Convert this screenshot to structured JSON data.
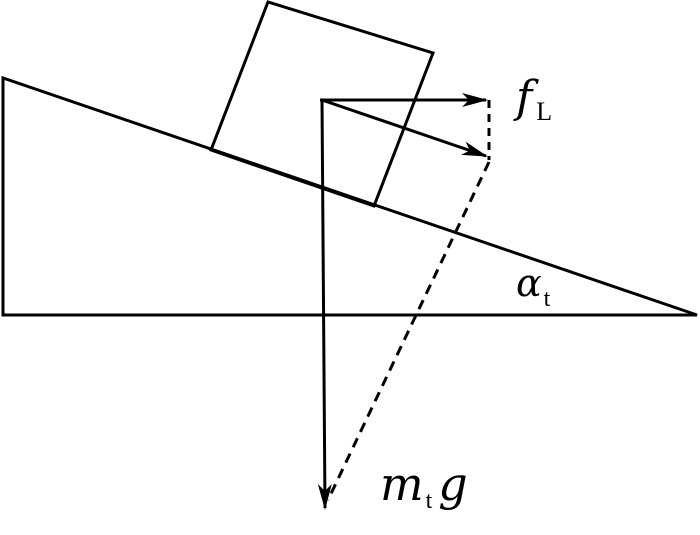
{
  "labels": {
    "friction_force": {
      "symbol": "f",
      "subscript": "L"
    },
    "gravity_force": {
      "symbol": "m",
      "subscript": "t",
      "suffix": "g"
    },
    "incline_angle": {
      "symbol": "α",
      "subscript": "t"
    }
  },
  "colors": {
    "stroke": "#000000",
    "background": "#ffffff"
  }
}
